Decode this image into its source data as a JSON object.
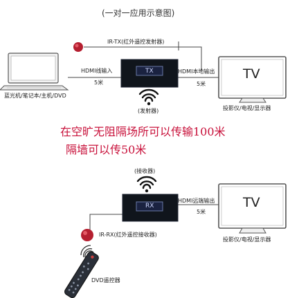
{
  "title": "(一对一应用示意图)",
  "tx_section": {
    "ir_label": "IR-TX(红外遥控发射器)",
    "source_label": "蓝光机/笔记本/主机/DVD",
    "hdmi_in_label": "HDMI线输入",
    "hdmi_in_len": "5米",
    "box_label": "TX",
    "hdmi_out_label": "HDMI本地输出",
    "hdmi_out_len": "5米",
    "emitter_label": "(发射器)",
    "tv_label": "TV",
    "display_label": "投影仪/电视/显示器"
  },
  "range_text": {
    "line1": "在空旷无阻隔场所可以传输100米",
    "line2": "隔墙可以传50米"
  },
  "rx_section": {
    "receiver_label": "(接收器)",
    "box_label": "RX",
    "hdmi_out_label": "HDMI远端输出",
    "hdmi_out_len": "5米",
    "tv_label": "TV",
    "display_label": "投影仪/电视/显示器",
    "ir_label": "IR-RX(红外遥控接收器)",
    "remote_label": "DVD遥控器"
  },
  "colors": {
    "accent_red": "#c8103a",
    "box_fill": "#10151c",
    "box_border": "#6a7aa8"
  }
}
